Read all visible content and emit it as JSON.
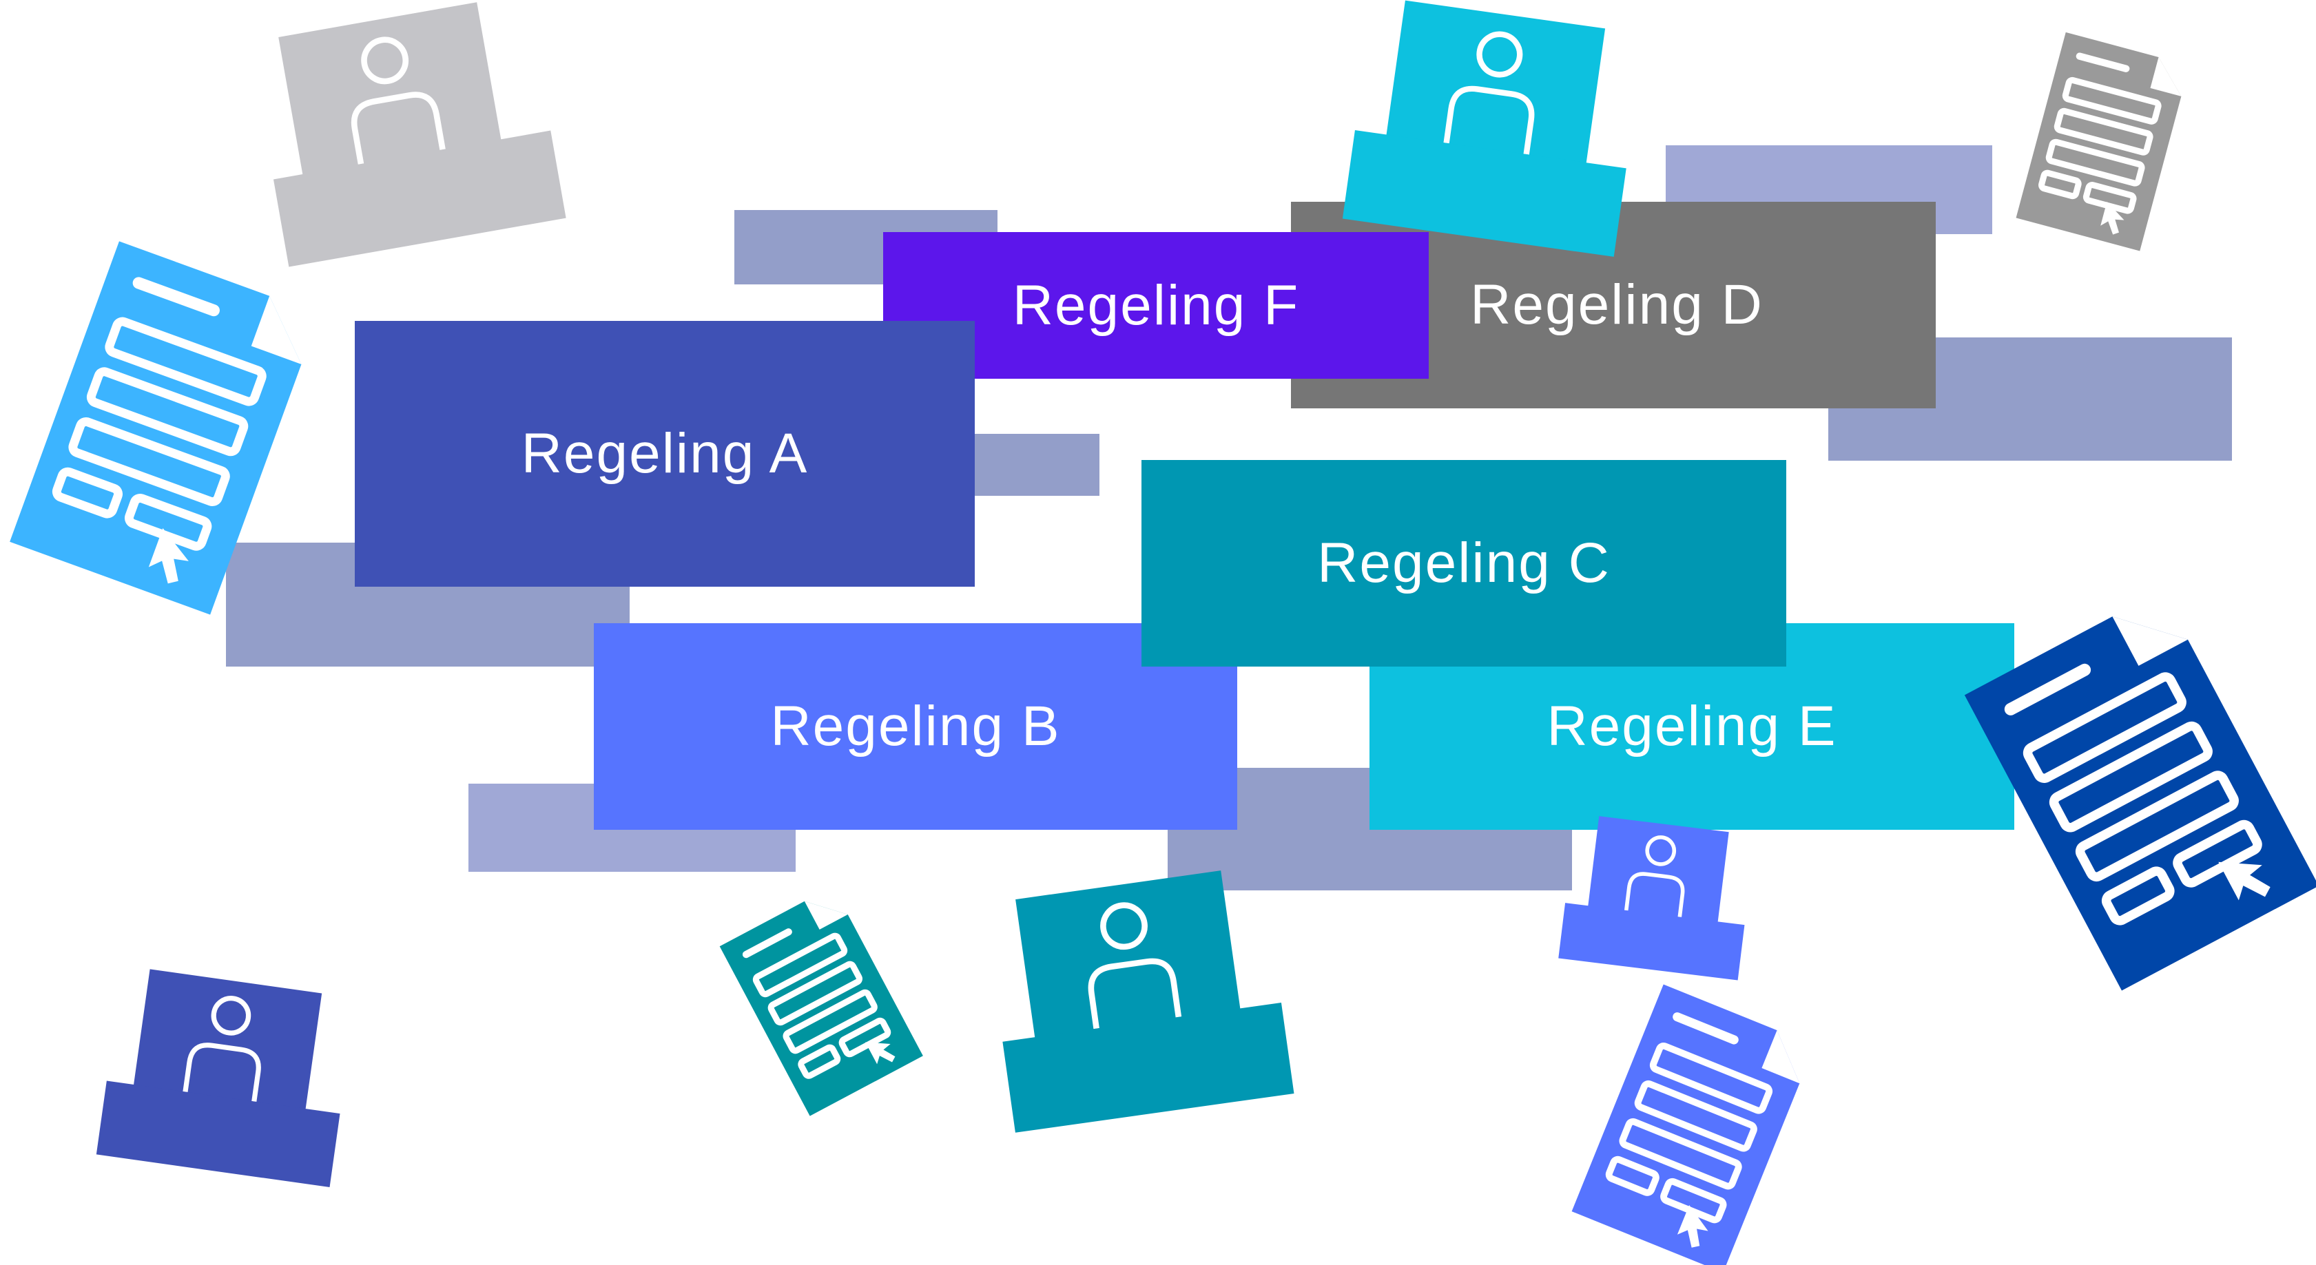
{
  "colors": {
    "bar_grey_blue": "#939ec9",
    "bar_lavender": "#a0a8d6",
    "regeling_a": "#3f51b5",
    "regeling_b": "#5674ff",
    "regeling_c": "#0097b2",
    "regeling_d": "#767676",
    "regeling_e": "#0dc1df",
    "regeling_f": "#5c16eb",
    "doc_light_blue": "#3cb4ff",
    "doc_navy": "#0046a8",
    "doc_teal": "#00949f",
    "doc_periwinkle": "#5674ff",
    "doc_grey": "#9a9a9a",
    "person_grey": "#c4c4c8",
    "person_cyan": "#0dc1df",
    "person_indigo": "#3f51b5",
    "person_teal": "#0097b2",
    "person_periwinkle": "#5674ff",
    "icon_stroke": "#ffffff"
  },
  "regelingen": [
    {
      "label": "Regeling A"
    },
    {
      "label": "Regeling B"
    },
    {
      "label": "Regeling C"
    },
    {
      "label": "Regeling D"
    },
    {
      "label": "Regeling E"
    },
    {
      "label": "Regeling F"
    }
  ],
  "icons": {
    "document": "document-form-cursor-icon",
    "person": "person-at-desk-icon"
  }
}
